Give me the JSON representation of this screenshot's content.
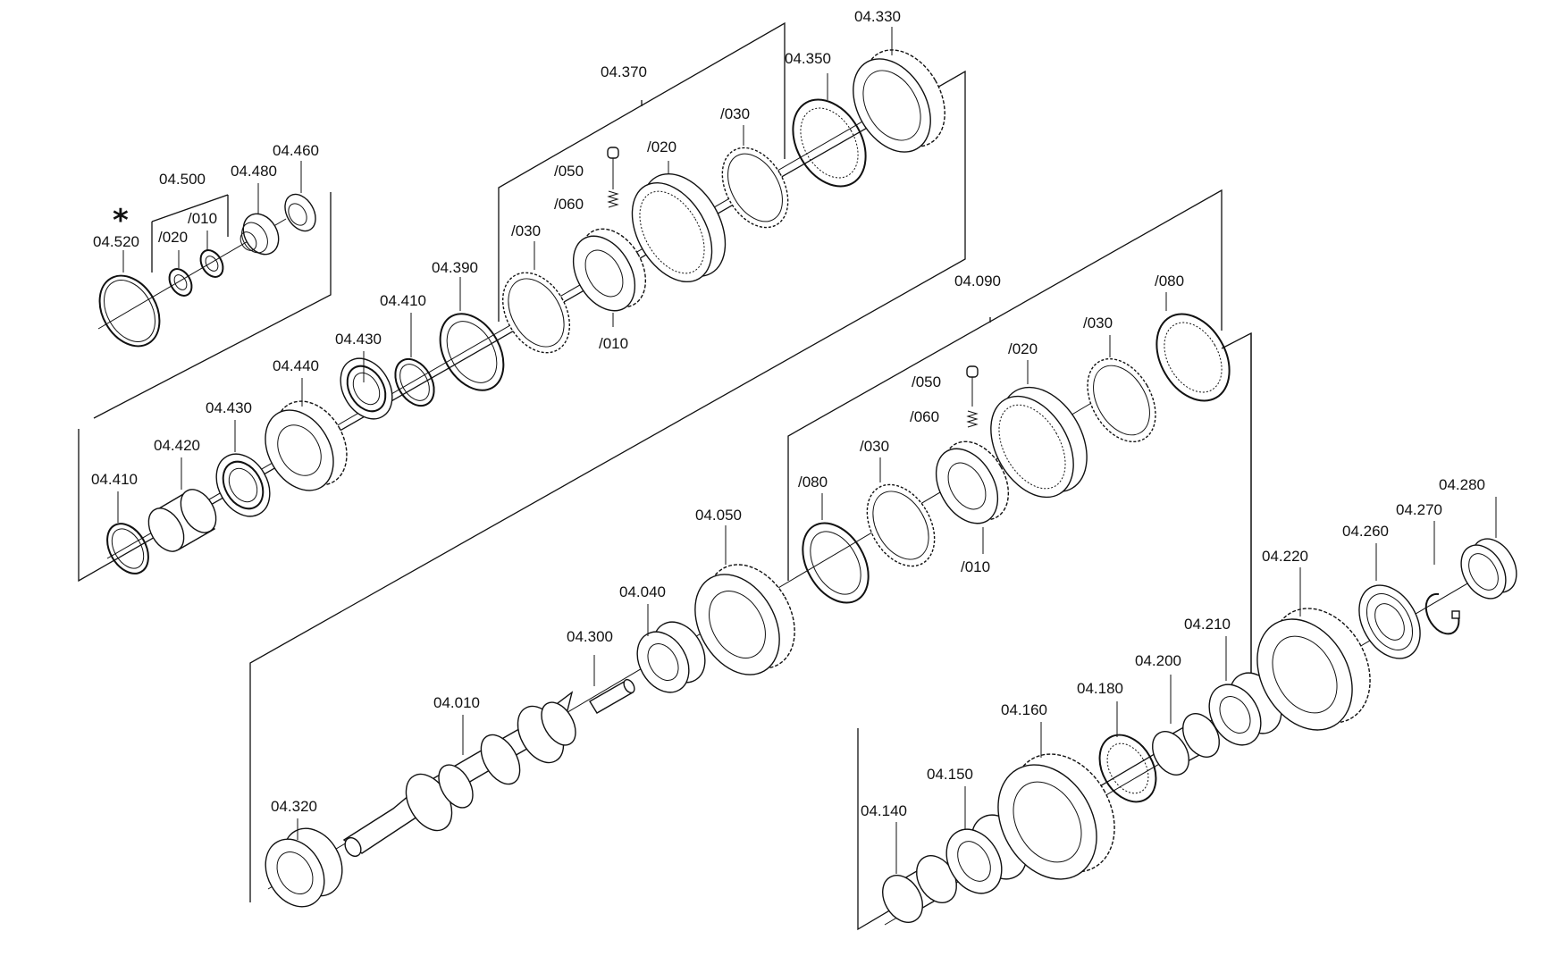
{
  "diagram": {
    "marker": "*",
    "upper_group": {
      "labels": [
        "04.520",
        "04.500",
        "/020",
        "/010",
        "04.480",
        "04.460",
        "04.370",
        "04.350",
        "04.330",
        "/030",
        "/050",
        "/020",
        "/060",
        "/030",
        "/010",
        "04.390",
        "04.410",
        "04.430",
        "04.440",
        "04.430",
        "04.420",
        "04.410"
      ]
    },
    "middle_group": {
      "labels": [
        "04.090",
        "/080",
        "/020",
        "/030",
        "/050",
        "/060",
        "/030",
        "/080",
        "/010",
        "04.050",
        "04.040",
        "04.300",
        "04.010",
        "04.320"
      ]
    },
    "lower_group": {
      "labels": [
        "04.280",
        "04.270",
        "04.260",
        "04.220",
        "04.210",
        "04.200",
        "04.180",
        "04.160",
        "04.150",
        "04.140"
      ]
    }
  }
}
